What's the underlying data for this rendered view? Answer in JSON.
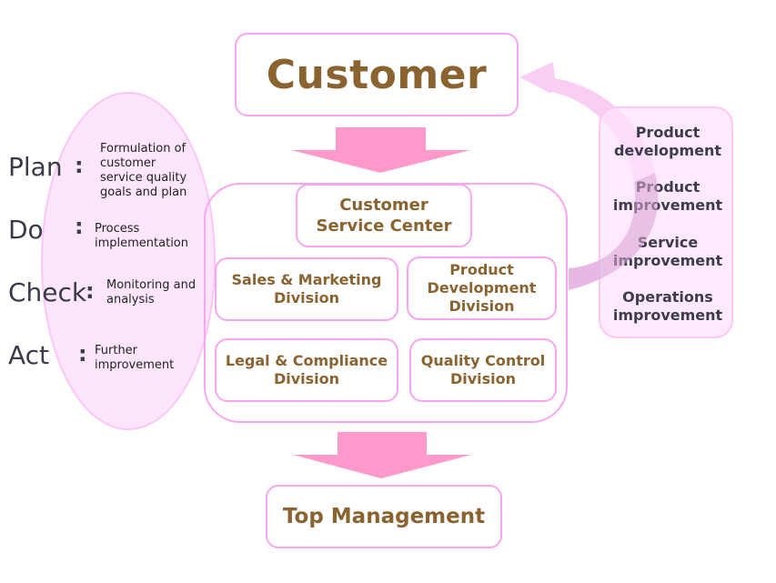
{
  "diagram": {
    "customer": {
      "label": "Customer"
    },
    "customer_service_center": {
      "label": "Customer\nService Center"
    },
    "divisions": [
      {
        "label": "Sales & Marketing\nDivision"
      },
      {
        "label": "Product\nDevelopment\nDivision"
      },
      {
        "label": "Legal & Compliance\nDivision"
      },
      {
        "label": "Quality Control\nDivision"
      }
    ],
    "top_management": {
      "label": "Top Management"
    },
    "pdca": [
      {
        "word": "Plan",
        "colon": ":",
        "description": "Formulation of\ncustomer\nservice quality\ngoals and plan"
      },
      {
        "word": "Do",
        "colon": ":",
        "description": "Process\nimplementation"
      },
      {
        "word": "Check",
        "colon": ":",
        "description": "Monitoring and\nanalysis"
      },
      {
        "word": "Act",
        "colon": ":",
        "description": "Further\nimprovement"
      }
    ],
    "improvements": [
      {
        "label": "Product\ndevelopment"
      },
      {
        "label": "Product\nimprovement"
      },
      {
        "label": "Service\nimprovement"
      },
      {
        "label": "Operations\nimprovement"
      }
    ],
    "colors": {
      "box_border": "#f7a6ef",
      "box_text": "#8a6330",
      "down_arrow": "#ff99cc",
      "ellipse_fill": "#fde6fc",
      "feedback_arrow": "#f9c8f4"
    }
  }
}
